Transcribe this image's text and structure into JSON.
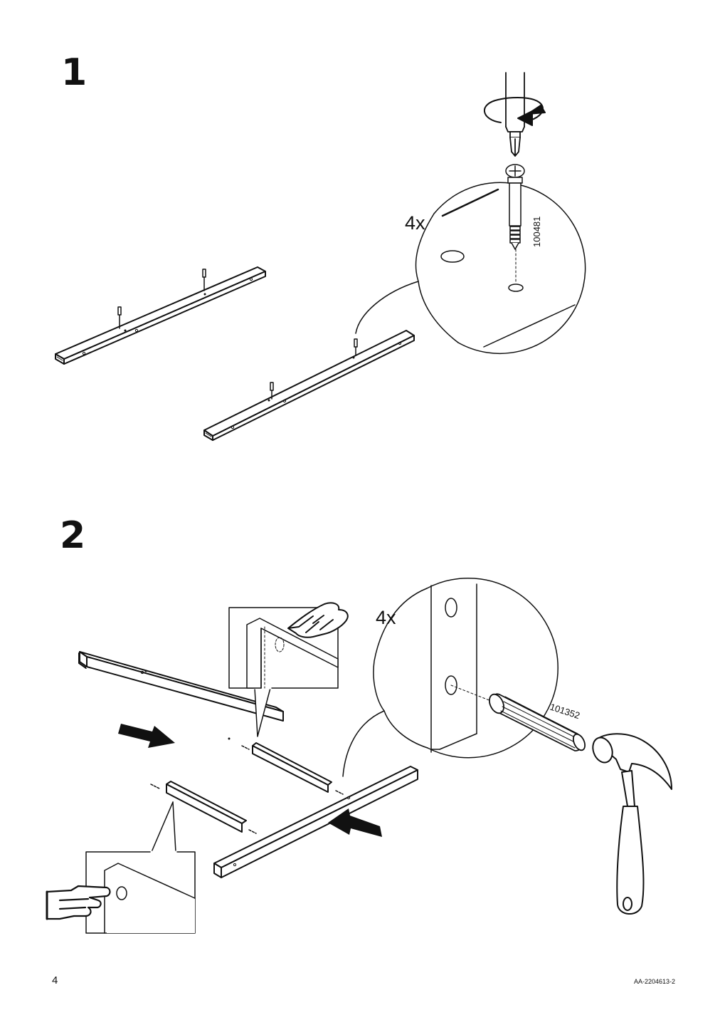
{
  "page": {
    "number": "4",
    "doc_code": "AA-2204613-2"
  },
  "step1": {
    "number": "1",
    "quantity": "4x",
    "part_number": "100481",
    "icons": [
      "screwdriver-icon",
      "rotate-clockwise-icon",
      "cam-lock-bolt-icon",
      "wooden-rail-icon"
    ]
  },
  "step2": {
    "number": "2",
    "quantity": "4x",
    "part_number": "101352",
    "icons": [
      "wooden-dowel-icon",
      "hammer-icon",
      "pointing-hand-icon",
      "push-arrow-icon",
      "wooden-rail-icon"
    ]
  }
}
